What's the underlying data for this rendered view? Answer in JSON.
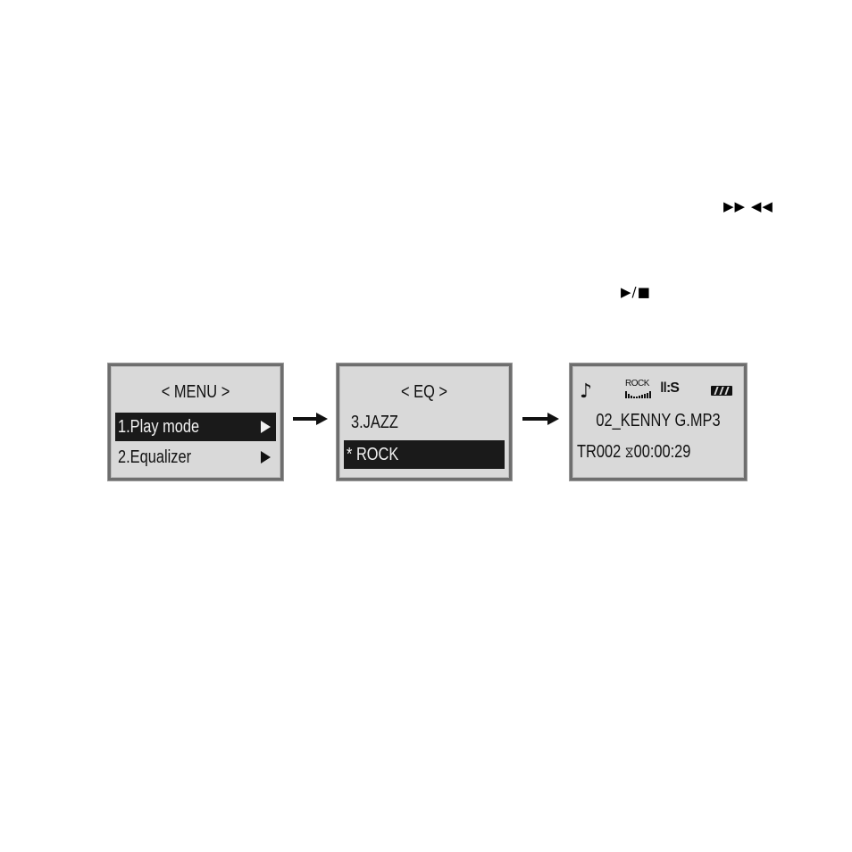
{
  "symbols": {
    "ff_rw": "▶▶ ◀◀",
    "play_stop": "▶/■"
  },
  "menu_screen": {
    "title": "< MENU >",
    "items": [
      {
        "label": "1.Play mode",
        "selected": true
      },
      {
        "label": "2.Equalizer",
        "selected": false
      }
    ]
  },
  "eq_screen": {
    "title": "< EQ >",
    "items": [
      {
        "label": "3.JAZZ",
        "selected": false
      },
      {
        "label": "* ROCK",
        "selected": true
      }
    ]
  },
  "play_screen": {
    "note_icon": "♪",
    "eq_label": "ROCK",
    "srs_label": "‖:S",
    "track_name": "02_KENNY G.MP3",
    "track_number": "TR002",
    "hourglass_icon": "⧖",
    "elapsed_time": "00:00:29"
  }
}
